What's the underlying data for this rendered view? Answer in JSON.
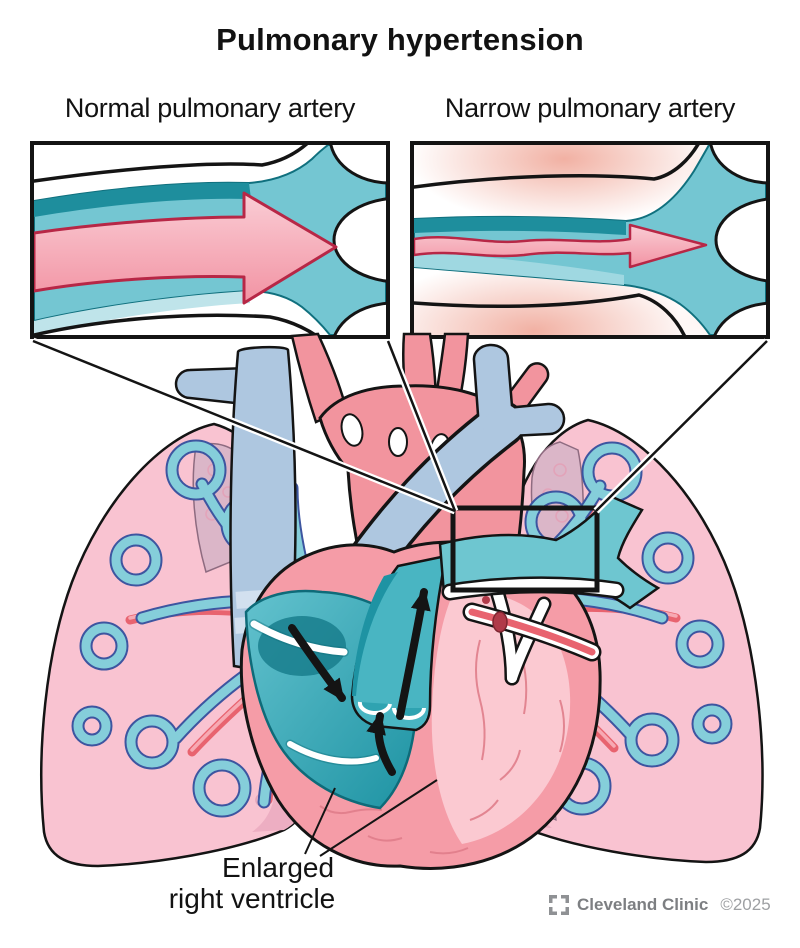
{
  "title": "Pulmonary hypertension",
  "insets": {
    "left": {
      "label": "Normal pulmonary artery"
    },
    "right": {
      "label": "Narrow pulmonary artery"
    }
  },
  "annotation": {
    "line1": "Enlarged",
    "line2": "right ventricle"
  },
  "footer": {
    "brand": "Cleveland Clinic",
    "copyright": "©2025"
  },
  "palette": {
    "teal": "#5FC0CC",
    "teal_light": "#8FD4DC",
    "teal_dark": "#1E8E9D",
    "teal_deep": "#157A8A",
    "pink_artery": "#F2949E",
    "pink_heart": "#F59CA7",
    "pink_heart_light": "#FBC9D1",
    "pink_lung": "#F9C3D1",
    "lung_band": "#EDAEC2",
    "mauve": "#DBB6C8",
    "red_vessel": "#E8636F",
    "blue_vein": "#AEC7E0",
    "navy_outline": "#3D55A0",
    "arrow_pink": "#F4A8B6",
    "arrow_stroke": "#B72746",
    "outline": "#141414",
    "logo_gray": "#8F9194",
    "copyright_gray": "#9EA0A3",
    "glow_red": "#EE9D8C"
  }
}
